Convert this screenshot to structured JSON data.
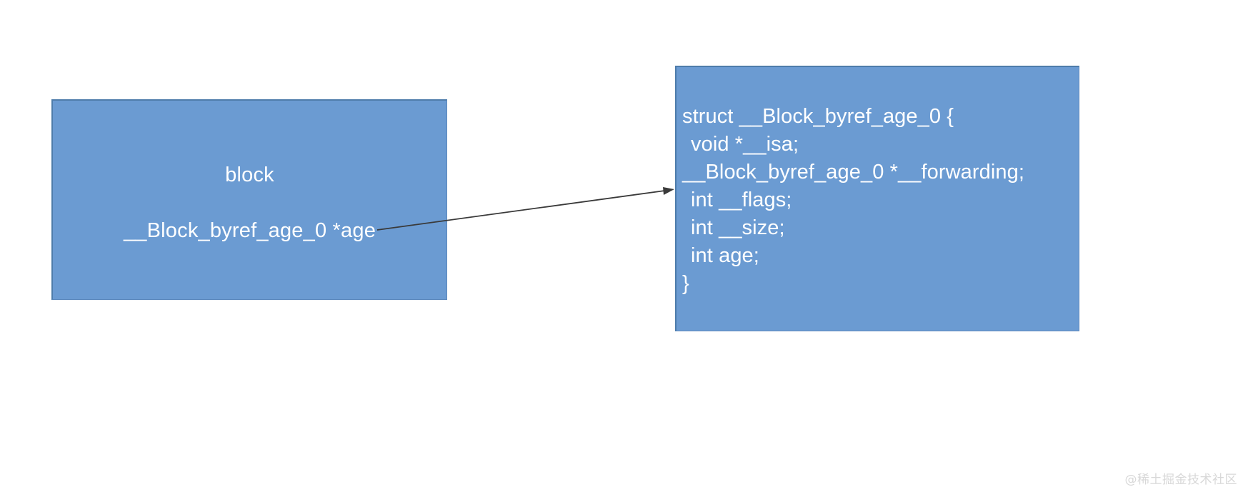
{
  "diagram": {
    "background_color": "#FFFFFF",
    "box_fill_color": "#6B9BD2",
    "box_border_color": "#4E7CAA",
    "text_color": "#FFFFFF",
    "connector_color": "#3A3A3A"
  },
  "block_box": {
    "title": "block",
    "field": "__Block_byref_age_0 *age"
  },
  "struct_box": {
    "lines": [
      "struct __Block_byref_age_0 {",
      "void *__isa;",
      "__Block_byref_age_0 *__forwarding;",
      "int __flags;",
      "int __size;",
      "int age;",
      "}"
    ]
  },
  "connector": {
    "label": "pointer-reference-arrow",
    "from": "block-box-right-edge",
    "to": "struct-box-left-edge"
  },
  "watermark": {
    "text": "@稀土掘金技术社区"
  }
}
